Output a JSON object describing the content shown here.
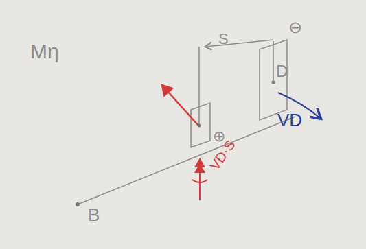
{
  "diagram": {
    "labels": [
      "Mη",
      "S",
      "D",
      "⊖",
      "⊕",
      "VD",
      "VD·S",
      "B"
    ]
  }
}
